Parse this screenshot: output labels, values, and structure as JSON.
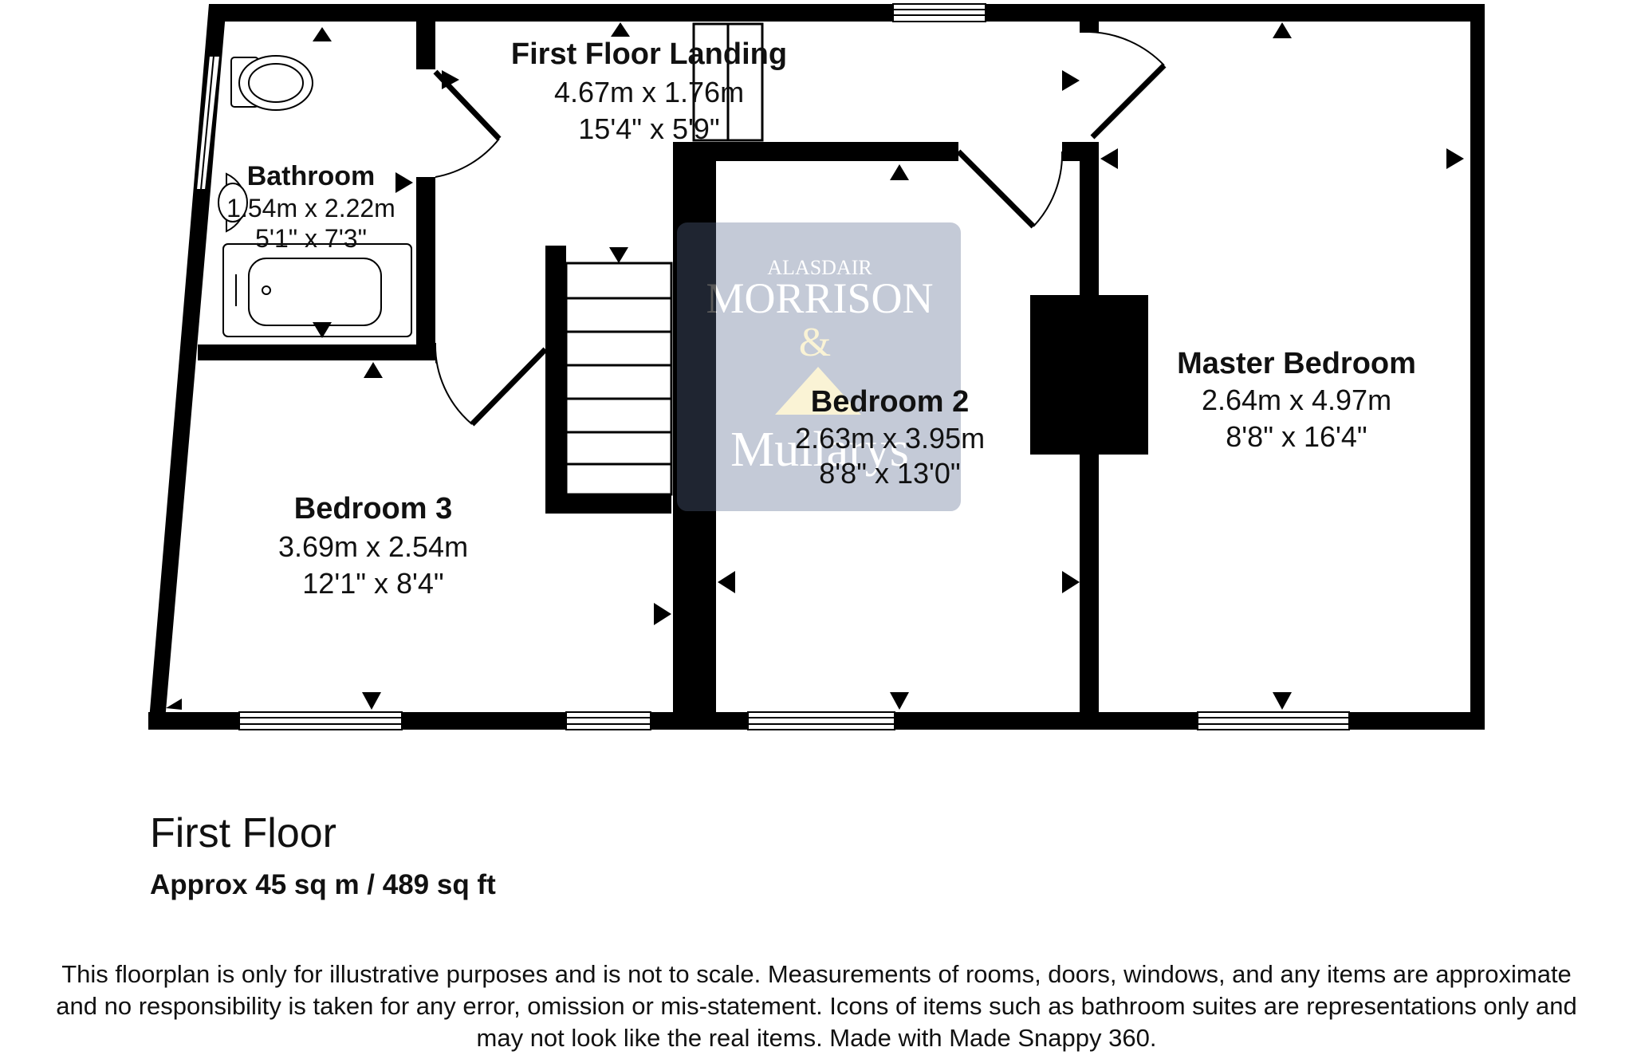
{
  "rooms": {
    "landing": {
      "name": "First Floor Landing",
      "metric": "4.67m x 1.76m",
      "imperial": "15'4\" x 5'9\""
    },
    "bathroom": {
      "name": "Bathroom",
      "metric": "1.54m x 2.22m",
      "imperial": "5'1\" x 7'3\""
    },
    "bedroom3": {
      "name": "Bedroom 3",
      "metric": "3.69m x 2.54m",
      "imperial": "12'1\" x 8'4\""
    },
    "bedroom2": {
      "name": "Bedroom 2",
      "metric": "2.63m x 3.95m",
      "imperial": "8'8\" x 13'0\""
    },
    "master": {
      "name": "Master Bedroom",
      "metric": "2.64m x 4.97m",
      "imperial": "8'8\" x 16'4\""
    }
  },
  "watermark": {
    "line1": "ALASDAIR",
    "line2": "MORRISON",
    "line3": "&",
    "line4": "Mullarys",
    "color": "#5a6a8e",
    "accent": "#f2df8a"
  },
  "floor": {
    "title": "First Floor",
    "area": "Approx 45 sq m / 489 sq ft"
  },
  "disclaimer": {
    "line1": "This floorplan is only for illustrative purposes and is not to scale. Measurements of rooms, doors, windows, and any items are approximate",
    "line2": "and no responsibility is taken for any error, omission or mis-statement. Icons of items such as bathroom suites are representations only and",
    "line3": "may not look like the real items. Made with Made Snappy 360."
  }
}
